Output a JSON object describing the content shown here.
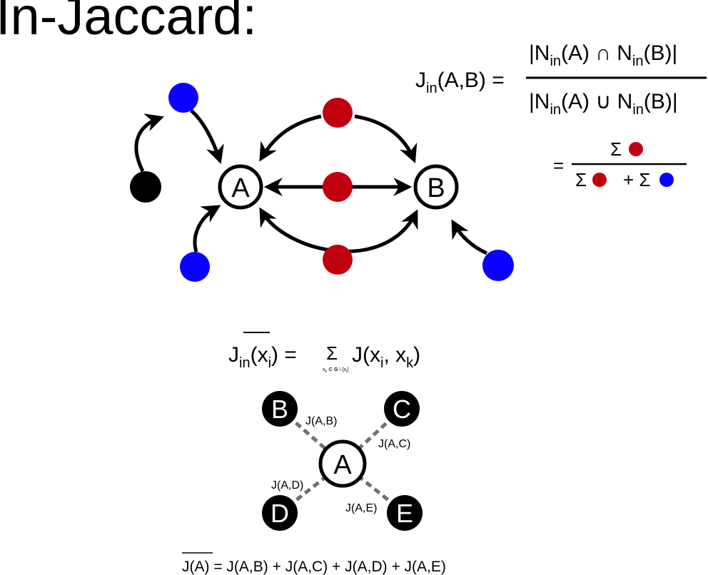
{
  "title": "In-Jaccard:",
  "colors": {
    "red": "#c0000f",
    "blue": "#0a00ff",
    "black": "#000000",
    "edge_gray": "#707070"
  },
  "top_graph": {
    "node_a": "A",
    "node_b": "B"
  },
  "formula1": {
    "lhs_J": "J",
    "lhs_sub": "in",
    "lhs_args": "(A,B) =",
    "num_pre": "|N",
    "num_sub1": "in",
    "num_mid": "(A) ∩ N",
    "num_sub2": "in",
    "num_end": "(B)|",
    "den_pre": "|N",
    "den_sub1": "in",
    "den_mid": "(A) ∪ N",
    "den_sub2": "in",
    "den_end": "(B)|"
  },
  "formula2": {
    "eq": "=",
    "sigma": "Σ",
    "plus_sigma": "+ Σ"
  },
  "formula3": {
    "J": "J",
    "sub_in": "in",
    "open_x": "(x",
    "sub_i": "i",
    "close_eq": ") =",
    "sigma": "Σ",
    "sum_index_pre": "x",
    "sum_index_sub": "k",
    "sum_index_in": " ∈ ",
    "sum_index_G": "G",
    "sum_index_rest": " \\ {x",
    "sum_index_sub2": "i",
    "sum_index_close": "}",
    "term_pre": "J(x",
    "term_sub_i": "i",
    "term_mid": ", x",
    "term_sub_k": "k",
    "term_close": ")"
  },
  "star_graph": {
    "center": "A",
    "nodes": [
      "B",
      "C",
      "D",
      "E"
    ],
    "edge_labels": [
      "J(A,B)",
      "J(A,C)",
      "J(A,D)",
      "J(A,E)"
    ]
  },
  "bottom_formula": {
    "overline": "J(A)",
    "rest": " = J(A,B) + J(A,C) + J(A,D) + J(A,E)"
  }
}
